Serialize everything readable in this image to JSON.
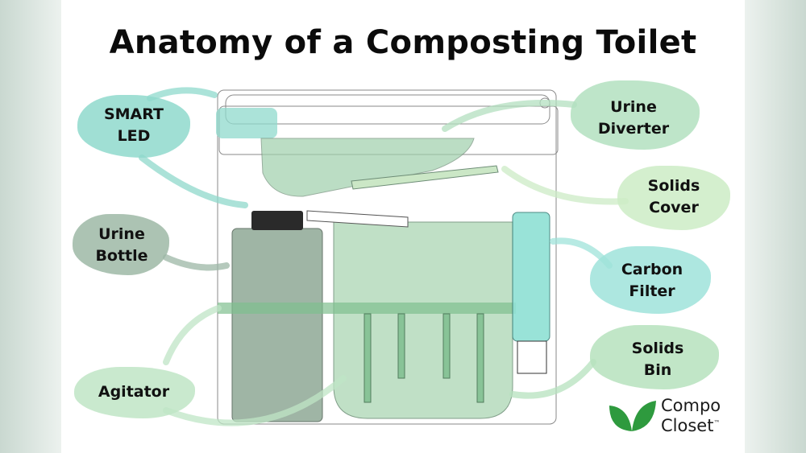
{
  "title": "Anatomy of a Composting Toilet",
  "labels": {
    "smart_led": {
      "line1": "SMART",
      "line2": "LED",
      "color": "#8fd9cc"
    },
    "urine_bottle": {
      "line1": "Urine",
      "line2": "Bottle",
      "color": "#9db8a6"
    },
    "agitator": {
      "line1": "Agitator",
      "color": "#bfe5c6"
    },
    "urine_diverter": {
      "line1": "Urine",
      "line2": "Diverter",
      "color": "#b3e0c0"
    },
    "solids_cover": {
      "line1": "Solids",
      "line2": "Cover",
      "color": "#cdecc6"
    },
    "carbon_filter": {
      "line1": "Carbon",
      "line2": "Filter",
      "color": "#9fe3da"
    },
    "solids_bin": {
      "line1": "Solids",
      "line2": "Bin",
      "color": "#b6e2bd"
    }
  },
  "logo": {
    "line1": "Compo",
    "line2": "Closet",
    "mark": "™",
    "leaf_color": "#2e9a3e"
  }
}
